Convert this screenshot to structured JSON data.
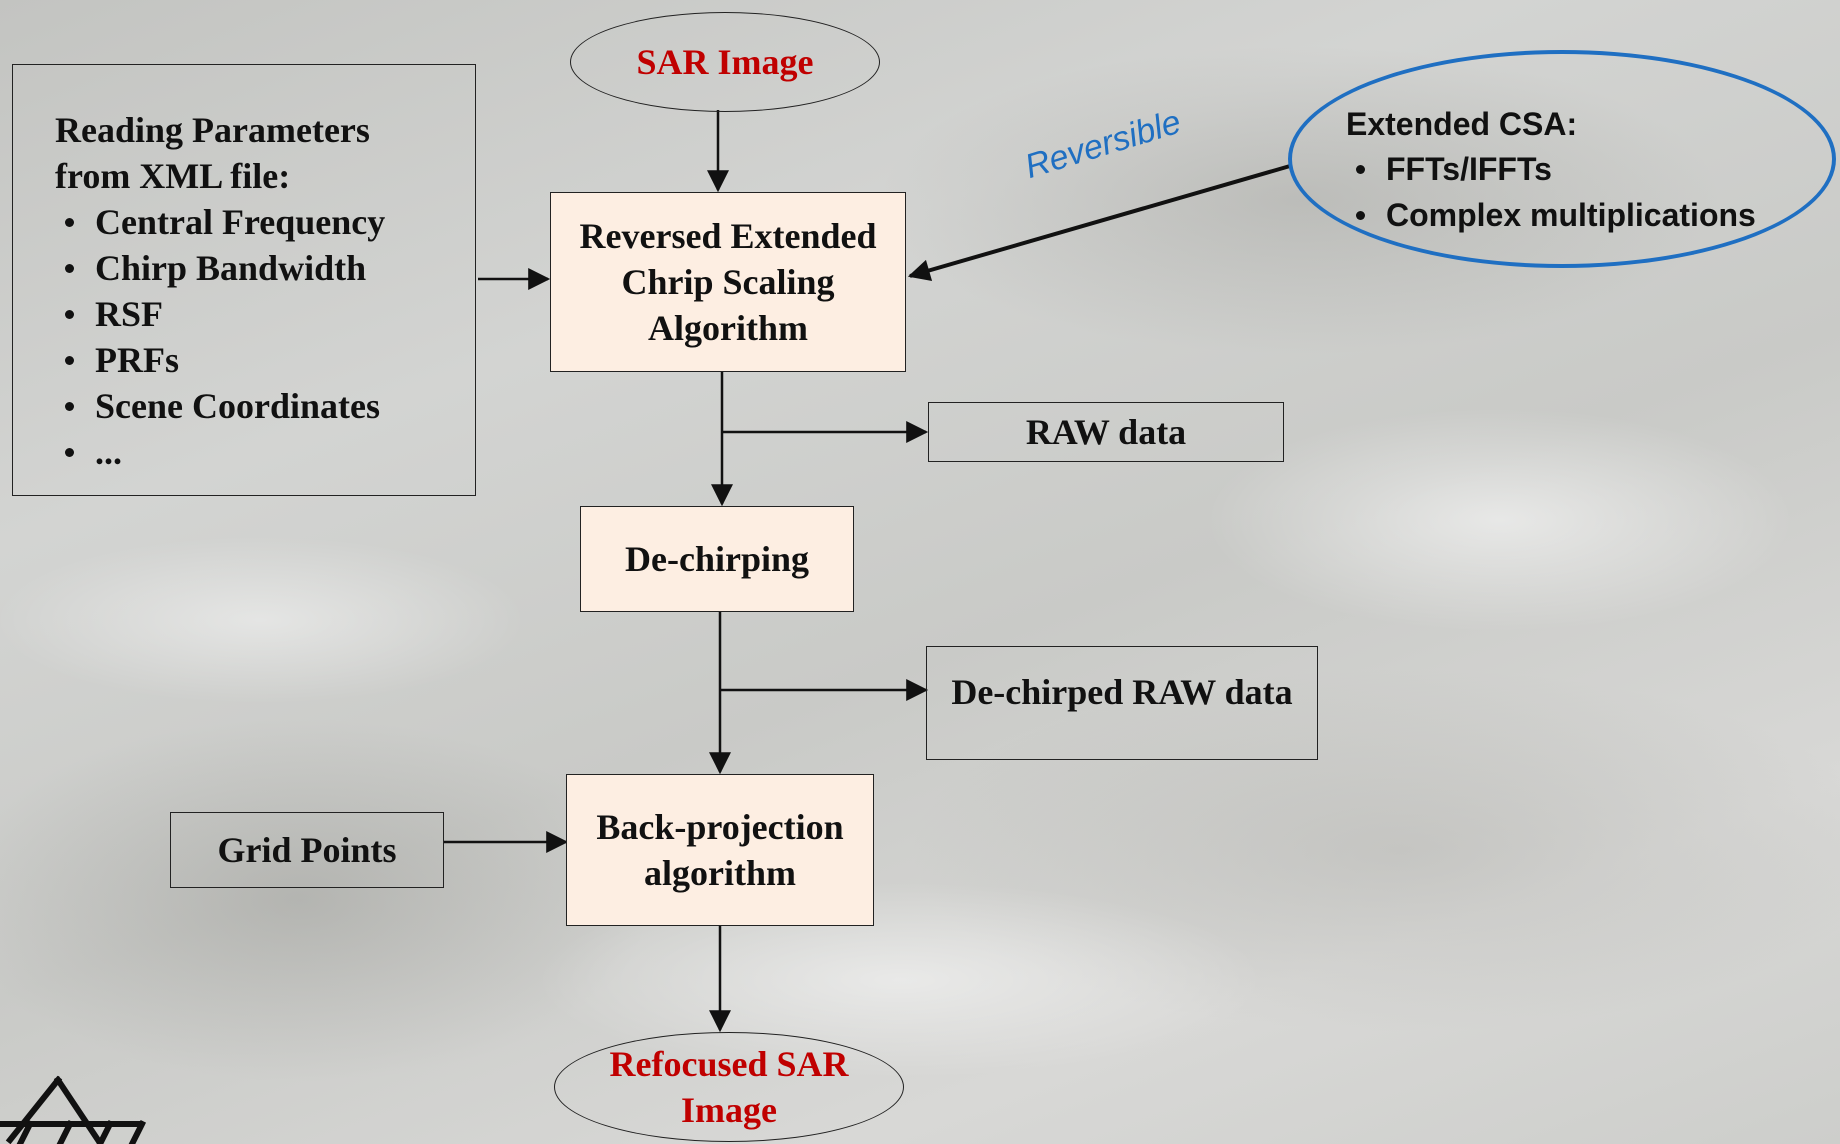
{
  "sar_image": "SAR Image",
  "params": {
    "heading_line1": "Reading Parameters",
    "heading_line2": "from XML file:",
    "items": [
      "Central Frequency",
      "Chirp Bandwidth",
      "RSF",
      "PRFs",
      "Scene Coordinates",
      "..."
    ]
  },
  "reversed_csa": {
    "line1": "Reversed Extended",
    "line2": "Chrip Scaling",
    "line3": "Algorithm"
  },
  "reversible_label": "Reversible",
  "extended_csa": {
    "heading": "Extended CSA:",
    "items": [
      "FFTs/IFFTs",
      "Complex multiplications"
    ]
  },
  "raw_data": "RAW data",
  "dechirping": "De-chirping",
  "dechirped_raw_data": "De-chirped RAW data",
  "grid_points": "Grid Points",
  "backprojection": {
    "line1": "Back-projection",
    "line2": "algorithm"
  },
  "refocused": {
    "line1": "Refocused SAR",
    "line2": "Image"
  },
  "colors": {
    "accent_blue": "#1f6fc2",
    "title_red": "#c00000",
    "process_fill": "#fdeee2"
  },
  "logo_icon": "dlr-logo-icon"
}
